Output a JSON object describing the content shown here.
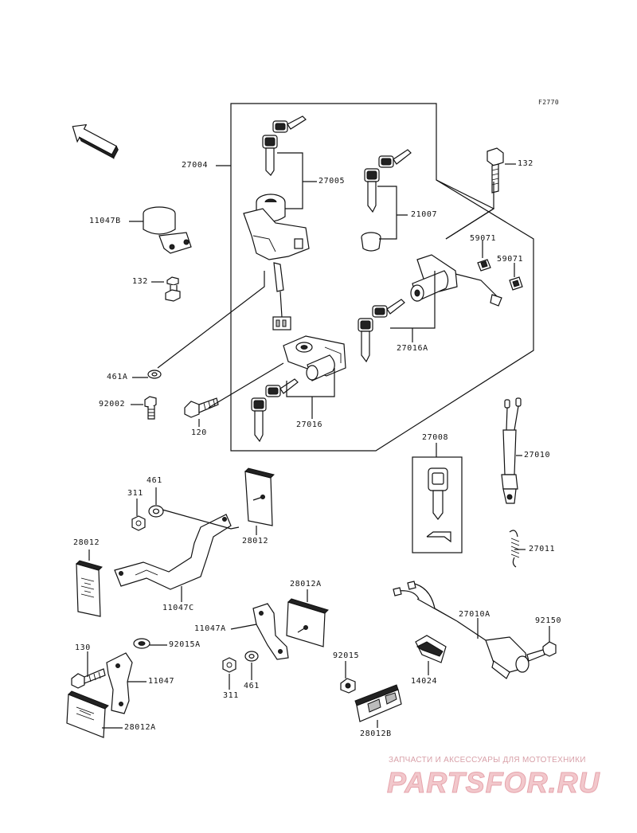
{
  "figure_code": "F2770",
  "front_label": "FRONT",
  "watermark": {
    "line": "ЗАПЧАСТИ И АКСЕССУАРЫ ДЛЯ МОТОТЕХНИКИ",
    "logo": "PARTSFOR.RU"
  },
  "labels": {
    "l27004": "27004",
    "l27005": "27005",
    "l132a": "132",
    "l11047B": "11047B",
    "l21007": "21007",
    "l59071a": "59071",
    "l59071b": "59071",
    "l132b": "132",
    "l27016A": "27016A",
    "l461A": "461A",
    "l92002": "92002",
    "l120": "120",
    "l27016": "27016",
    "l27008": "27008",
    "l27010": "27010",
    "l311a": "311",
    "l461a": "461",
    "l28012a": "28012",
    "l28012b": "28012",
    "l11047C": "11047C",
    "l27011": "27011",
    "l28012A": "28012A",
    "l27010A": "27010A",
    "l11047A": "11047A",
    "l92150": "92150",
    "l130": "130",
    "l92015A": "92015A",
    "l11047": "11047",
    "l92015": "92015",
    "l14024": "14024",
    "l311b": "311",
    "l461b": "461",
    "l28012A2": "28012A",
    "l28012B": "28012B"
  }
}
